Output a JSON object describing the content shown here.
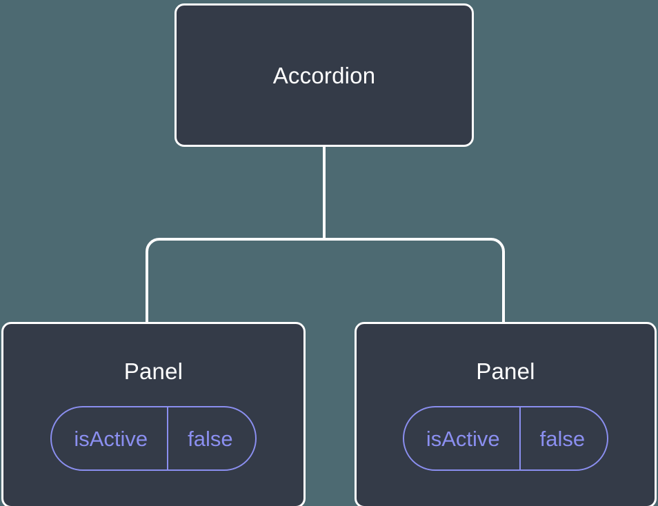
{
  "diagram": {
    "type": "component-tree",
    "background_color": "#4d6a72",
    "node_fill_color": "#343b48",
    "node_border_color": "#ffffff",
    "edge_color": "#ffffff",
    "prop_accent_color": "#8b8ff0",
    "root": {
      "label": "Accordion"
    },
    "children": [
      {
        "label": "Panel",
        "prop": {
          "key": "isActive",
          "value": "false"
        }
      },
      {
        "label": "Panel",
        "prop": {
          "key": "isActive",
          "value": "false"
        }
      }
    ]
  }
}
